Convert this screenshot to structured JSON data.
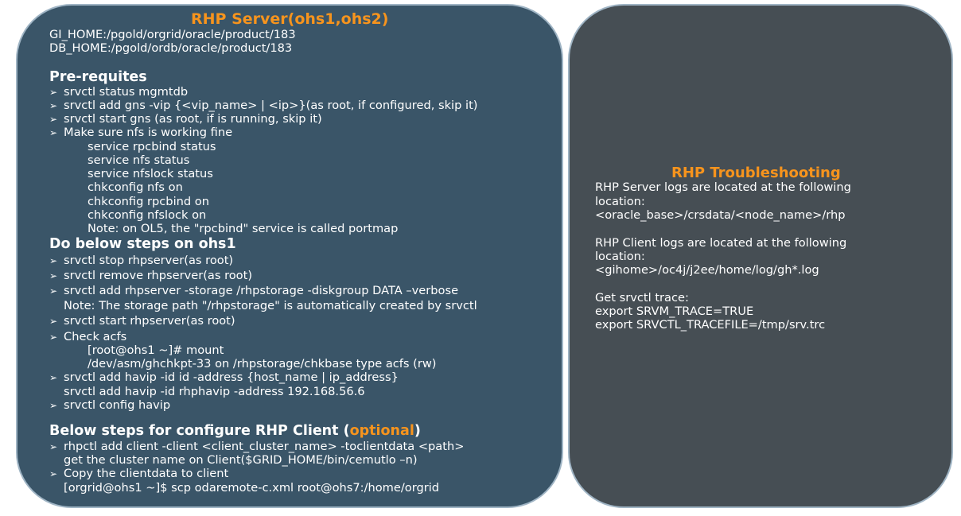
{
  "server": {
    "title": "RHP Server(ohs1,ohs2)",
    "gi_home": "GI_HOME:/pgold/orgrid/oracle/product/183",
    "db_home": "DB_HOME:/pgold/ordb/oracle/product/183",
    "prereq_heading": "Pre-requites",
    "prereq_items": [
      "srvctl status mgmtdb",
      "srvctl add gns -vip {<vip_name> | <ip>}(as root, if configured, skip it)",
      "srvctl start gns (as root, if is running, skip it)",
      "Make sure nfs is working fine"
    ],
    "nfs_commands": [
      "service rpcbind status",
      "service nfs status",
      "service nfslock status",
      "chkconfig nfs on",
      "chkconfig rpcbind on",
      "chkconfig nfslock on",
      "Note: on OL5, the \"rpcbind\" service is called portmap"
    ],
    "steps_heading": "Do below steps on ohs1",
    "steps": [
      "srvctl stop rhpserver(as root)",
      "srvctl remove rhpserver(as root)",
      "srvctl add rhpserver -storage /rhpstorage -diskgroup DATA –verbose",
      "Note: The storage path \"/rhpstorage\" is automatically created by srvctl",
      "srvctl start rhpserver(as root)",
      "Check acfs",
      "[root@ohs1 ~]# mount",
      "/dev/asm/ghchkpt-33 on /rhpstorage/chkbase type acfs (rw)",
      "srvctl add havip -id id -address {host_name | ip_address}",
      "srvctl add havip -id rhphavip -address 192.168.56.6",
      "srvctl config havip"
    ],
    "client_heading_prefix": "Below steps for configure RHP Client (",
    "client_heading_optional": "optional",
    "client_heading_suffix": ")",
    "client_steps": [
      "rhpctl add client -client <client_cluster_name> -toclientdata <path>",
      "get the cluster name on Client($GRID_HOME/bin/cemutlo –n)",
      "Copy the clientdata to client",
      "[orgrid@ohs1 ~]$ scp odaremote-c.xml root@ohs7:/home/orgrid"
    ]
  },
  "troubleshooting": {
    "title": "RHP Troubleshooting",
    "lines": [
      "RHP Server  logs are located at the following",
      "location:",
      "<oracle_base>/crsdata/<node_name>/rhp",
      "RHP Client logs are located at the following",
      "location:",
      "<gihome>/oc4j/j2ee/home/log/gh*.log",
      "Get srvctl trace:",
      "export SRVM_TRACE=TRUE",
      "export SRVCTL_TRACEFILE=/tmp/srv.trc"
    ]
  },
  "colors": {
    "left_panel": "#3a5568",
    "right_panel": "#464e54",
    "accent": "#f7941d",
    "text": "#ffffff"
  },
  "icons": {
    "bullet": "arrow-bullet-icon"
  }
}
